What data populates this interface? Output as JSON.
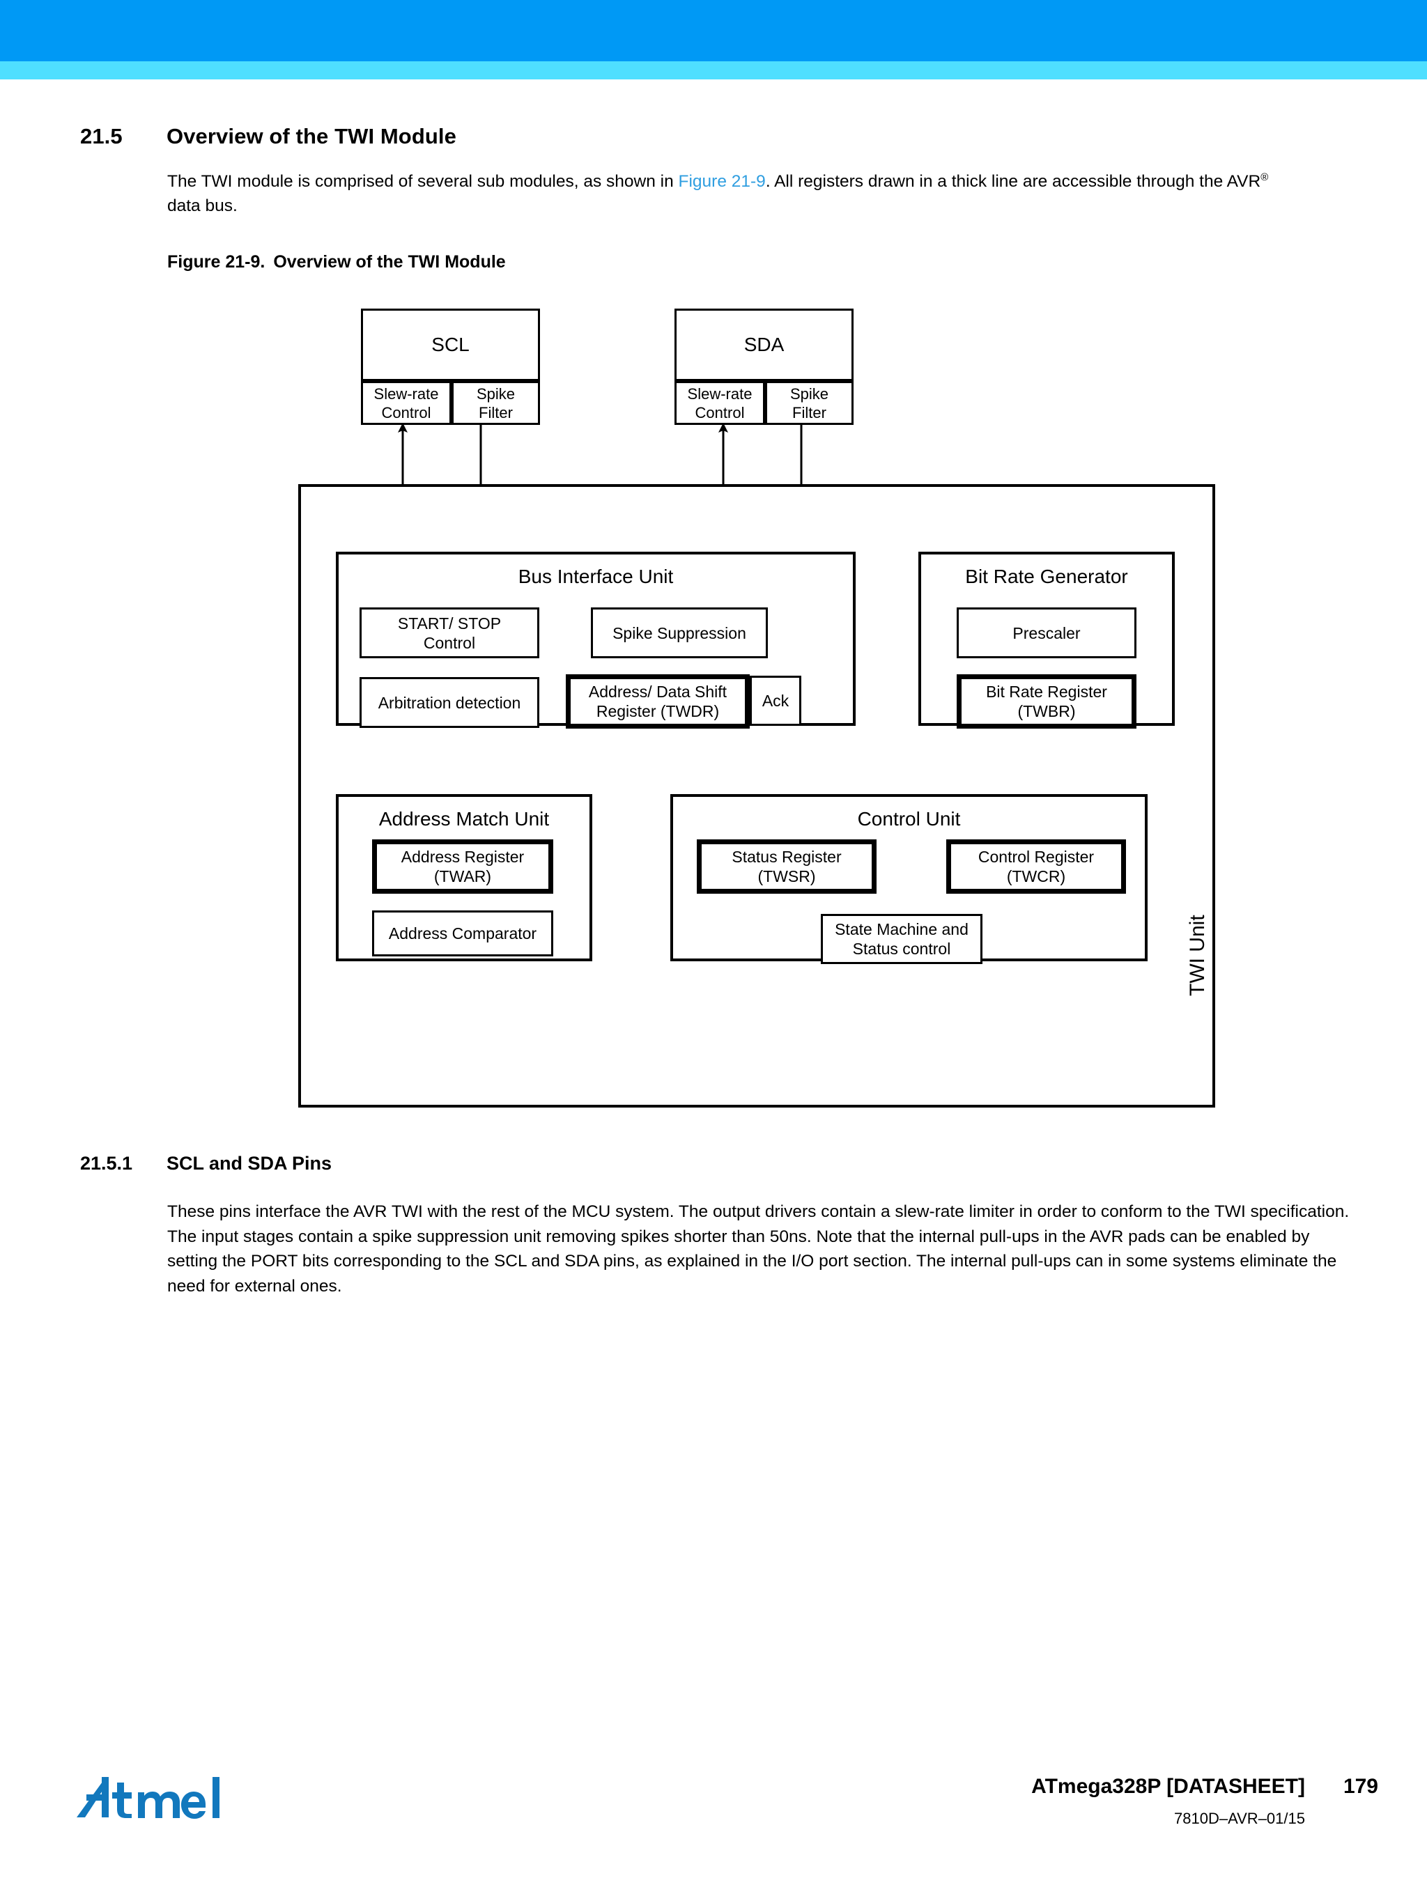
{
  "header": {
    "band_primary_color": "#0099f5",
    "band_secondary_color": "#4fdfff"
  },
  "section": {
    "number": "21.5",
    "title": "Overview of the TWI Module",
    "paragraph_part1": "The TWI module is comprised of several sub modules, as shown in ",
    "figure_link": "Figure 21-9",
    "paragraph_part2": ". All registers drawn in a thick line are accessible through the AVR",
    "registered_mark": "®",
    "paragraph_part3": " data bus."
  },
  "figure": {
    "label": "Figure 21-9.",
    "title": "Overview of the TWI Module",
    "twi_unit_label": "TWI Unit",
    "pins": [
      {
        "name": "SCL",
        "sub_left": "Slew-rate\nControl",
        "sub_left_line1": "Slew-rate",
        "sub_left_line2": "Control",
        "sub_right_line1": "Spike",
        "sub_right_line2": "Filter"
      },
      {
        "name": "SDA",
        "sub_left_line1": "Slew-rate",
        "sub_left_line2": "Control",
        "sub_right_line1": "Spike",
        "sub_right_line2": "Filter"
      }
    ],
    "units": [
      {
        "id": "bus-interface-unit",
        "title": "Bus Interface Unit",
        "blocks": [
          {
            "id": "start-stop-control",
            "line1": "START/ STOP",
            "line2": "Control",
            "thick": false
          },
          {
            "id": "spike-suppression",
            "line1": "Spike Suppression",
            "line2": "",
            "thick": false
          },
          {
            "id": "arbitration-detection",
            "line1": "Arbitration detection",
            "line2": "",
            "thick": false
          },
          {
            "id": "address-data-shift-register",
            "line1": "Address/ Data Shift",
            "line2": "Register (TWDR)",
            "thick": true
          },
          {
            "id": "ack",
            "line1": "Ack",
            "line2": "",
            "thick": false
          }
        ]
      },
      {
        "id": "bit-rate-generator",
        "title": "Bit Rate Generator",
        "blocks": [
          {
            "id": "prescaler",
            "line1": "Prescaler",
            "line2": "",
            "thick": false
          },
          {
            "id": "bit-rate-register",
            "line1": "Bit Rate Register",
            "line2": "(TWBR)",
            "thick": true
          }
        ]
      },
      {
        "id": "address-match-unit",
        "title": "Address Match Unit",
        "blocks": [
          {
            "id": "address-register",
            "line1": "Address Register",
            "line2": "(TWAR)",
            "thick": true
          },
          {
            "id": "address-comparator",
            "line1": "Address Comparator",
            "line2": "",
            "thick": false
          }
        ]
      },
      {
        "id": "control-unit",
        "title": "Control Unit",
        "blocks": [
          {
            "id": "status-register",
            "line1": "Status Register",
            "line2": "(TWSR)",
            "thick": true
          },
          {
            "id": "control-register",
            "line1": "Control Register",
            "line2": "(TWCR)",
            "thick": true
          },
          {
            "id": "state-machine-status-control",
            "line1": "State Machine and",
            "line2": "Status control",
            "thick": false
          }
        ]
      }
    ]
  },
  "subsection": {
    "number": "21.5.1",
    "title": "SCL and SDA Pins",
    "paragraph": "These pins interface the AVR TWI with the rest of the MCU system. The output drivers contain a slew-rate limiter in order to conform to the TWI specification. The input stages contain a spike suppression unit removing spikes shorter than 50ns. Note that the internal pull-ups in the AVR pads can be enabled by setting the PORT bits corresponding to the SCL and SDA pins, as explained in the I/O port section. The internal pull-ups can in some systems eliminate the need for external ones."
  },
  "footer": {
    "logo_text": "Atmel",
    "logo_color": "#1278bd",
    "doc_title": "ATmega328P [DATASHEET]",
    "page_number": "179",
    "doc_code": "7810D–AVR–01/15"
  }
}
